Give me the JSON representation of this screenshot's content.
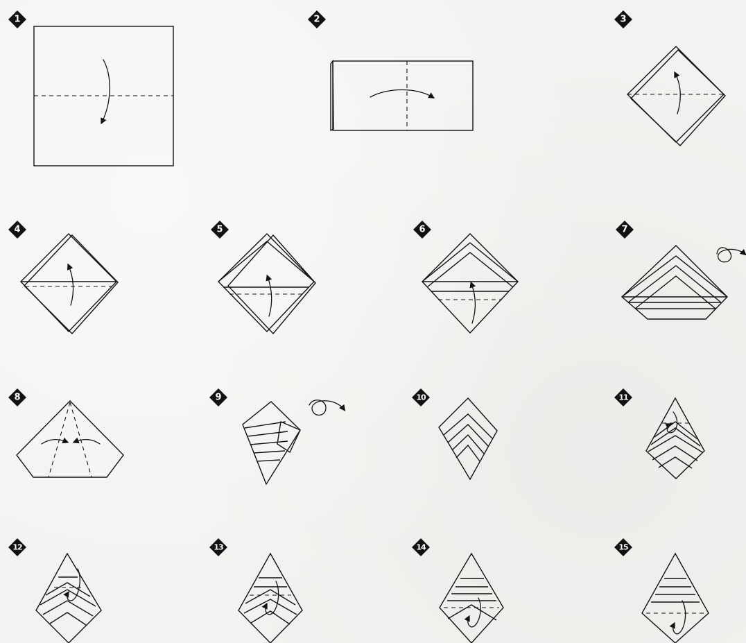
{
  "steps": [
    {
      "number": "1"
    },
    {
      "number": "2"
    },
    {
      "number": "3"
    },
    {
      "number": "4"
    },
    {
      "number": "5"
    },
    {
      "number": "6"
    },
    {
      "number": "7"
    },
    {
      "number": "8"
    },
    {
      "number": "9"
    },
    {
      "number": "10"
    },
    {
      "number": "11"
    },
    {
      "number": "12"
    },
    {
      "number": "13"
    },
    {
      "number": "14"
    },
    {
      "number": "15"
    }
  ],
  "colors": {
    "ink": "#111111",
    "paper_background": "#f2f2f0",
    "badge_text": "#ffffff"
  }
}
